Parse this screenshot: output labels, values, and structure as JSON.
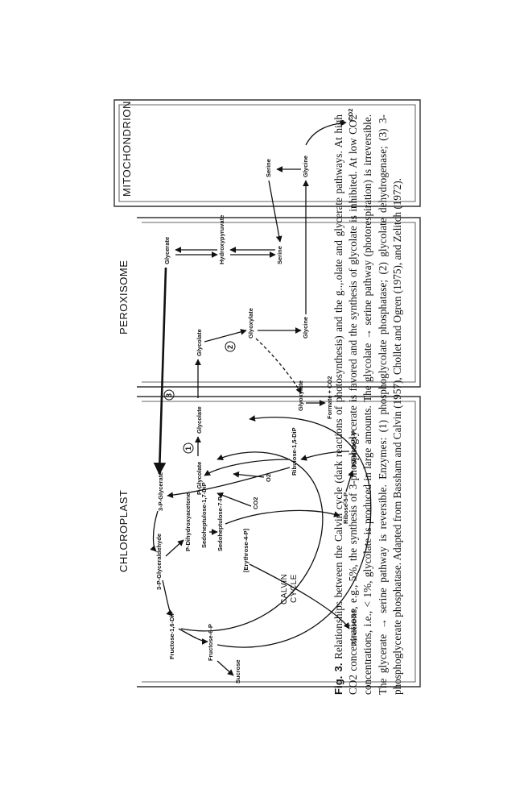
{
  "regions": {
    "chloroplast": "CHLOROPLAST",
    "peroxisome": "PEROXISOME",
    "mitochondrion": "MITOCHONDRION"
  },
  "cycle_label": {
    "line1": "CALVIN",
    "line2": "CYCLE"
  },
  "metabolites": {
    "sucrose": "Sucrose",
    "fructose_6p": "Fructose-6-P",
    "fructose_16dip": "Fructose-1,6-DiP",
    "glyceraldehyde_3p": "3-P-Glyceraldehyde",
    "dihydroxyacetone_p": "P-Dihydroxyacetone",
    "sedoheptulose_17dip": "Sedoheptulose-1,7-DiP",
    "sedoheptulose_7p": "Sedoheptulose-7-P",
    "erythrose_4p": "[Erythrose-4-P]",
    "xylulose_5p": "Xylulose-5-P",
    "ribose_5p": "Ribose-5-P",
    "ribulose_5p": "Ribulose-5-P",
    "ribulose_15dip": "Ribulose-1,5-DiP",
    "glycerate_3p": "3-P-Glycerate",
    "co2_in": "CO2",
    "o2_in": "O2",
    "p_glycolate": "P-Glycolate",
    "glycolate_chl": "Glycolate",
    "glyoxylate_chl": "Glyoxylate",
    "formate_co2": "Formate + CO2",
    "glycolate_per": "Glycolate",
    "glyoxylate_per": "Glyoxylate",
    "glycine_per": "Glycine",
    "glycerate_per": "Glycerate",
    "hydroxypyruvate": "Hydroxypyruvate",
    "serine_per": "Serine",
    "serine_mit": "Serine",
    "glycine_mit": "Glycine",
    "co2_out": "CO2"
  },
  "enzymes": {
    "e1": "1",
    "e2": "2",
    "e3": "3"
  },
  "caption": {
    "label": "Fig. 3.",
    "text": "Relationships between the Calvin cycle (dark reactions of photosynthesis) and the g..,.olate and glycerate pathways. At high CO2 concentrations, e.g., 5%, the synthesis of 3-phosphoglycerate is favored and the synthesis of glycolate is inhibited. At low CO2 concentrations, i.e., < 1%, glycolate is produced in large amounts. The glycolate → serine pathway (photorespiration) is irreversible. The glycerate → serine pathway is reversible. Enzymes: (1) phosphoglycolate phosphatase; (2) glycolate dehydrogenase; (3) 3-phosphoglycerate phosphatase. Adapted from Bassham and Calvin (1957), Chollet and Ogren (1975), and Zelitch (1972)."
  }
}
